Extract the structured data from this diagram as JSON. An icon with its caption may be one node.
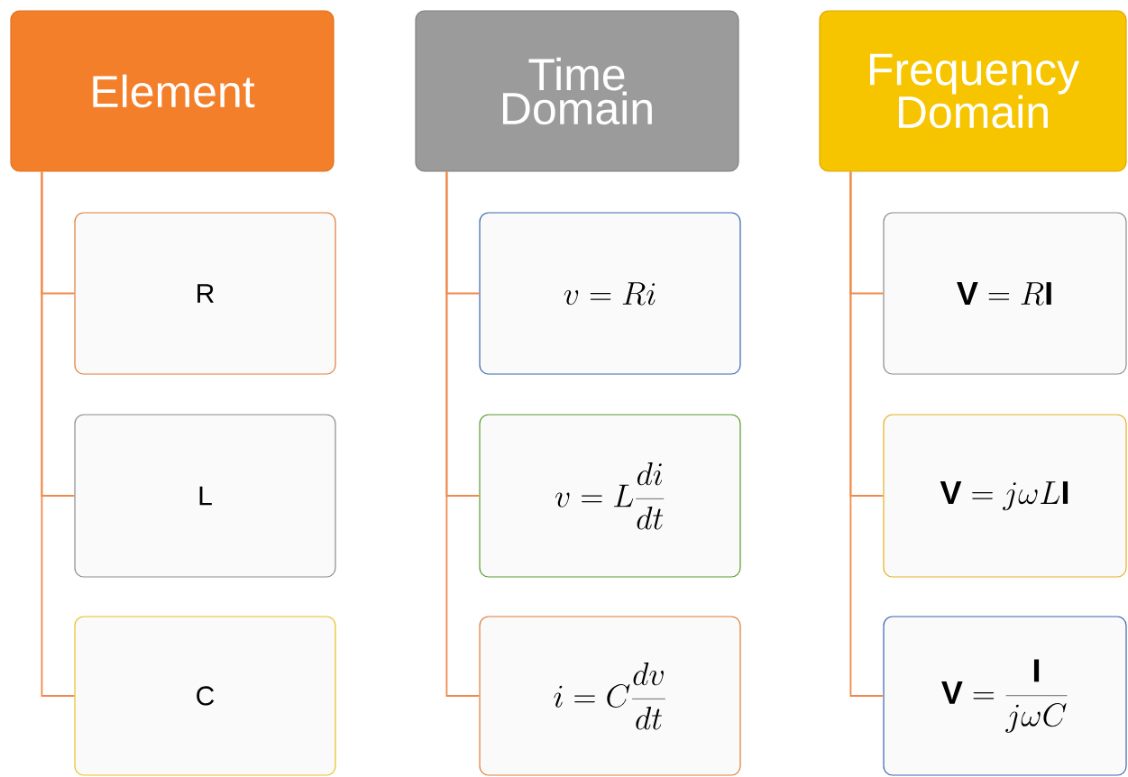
{
  "diagram": {
    "nodes": [
      {
        "text": [
          "Element"
        ]
      },
      {
        "text": [
          "R"
        ]
      },
      {
        "text": [
          "L"
        ]
      },
      {
        "text": [
          "C"
        ]
      },
      {
        "text": [
          "Time Domain"
        ]
      },
      {
        "text": [
          "v = Ri"
        ]
      },
      {
        "text": [
          "v = L\\frac{di}{dt}"
        ]
      },
      {
        "text": [
          "i = C\\frac{dv}{dt}"
        ]
      },
      {
        "text": [
          "Frequency Domain"
        ]
      },
      {
        "text": [
          "\\mathbf{V} = R\\mathbf{I}"
        ]
      },
      {
        "text": [
          "\\mathbf{V} = j\\omega L\\mathbf{I}"
        ]
      },
      {
        "text": [
          "\\mathbf{V} = \\frac{\\mathbf{I}}{j\\omega C}"
        ]
      }
    ],
    "edges": [
      {
        "from": 0,
        "to": 1,
        "arrow": "none"
      },
      {
        "from": 0,
        "to": 2,
        "arrow": "none"
      },
      {
        "from": 0,
        "to": 3,
        "arrow": "none"
      },
      {
        "from": 4,
        "to": 5,
        "arrow": "none"
      },
      {
        "from": 4,
        "to": 6,
        "arrow": "none"
      },
      {
        "from": 4,
        "to": 7,
        "arrow": "none"
      },
      {
        "from": 8,
        "to": 9,
        "arrow": "none"
      },
      {
        "from": 8,
        "to": 10,
        "arrow": "none"
      },
      {
        "from": 8,
        "to": 11,
        "arrow": "none"
      }
    ]
  }
}
